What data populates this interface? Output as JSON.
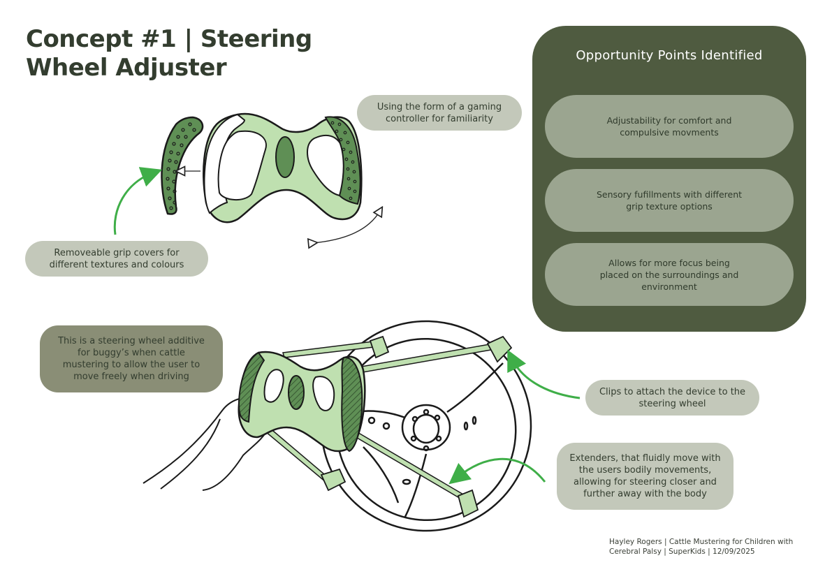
{
  "title": {
    "line1": "Concept #1 | Steering",
    "line2": "Wheel Adjuster"
  },
  "opportunity_panel": {
    "heading": "Opportunity Points Identified",
    "points": [
      {
        "line1": "Adjustability for comfort and",
        "line2": "compulsive movments"
      },
      {
        "line1": "Sensory fufillments with different",
        "line2": "grip texture options"
      },
      {
        "line1": "Allows for more focus being",
        "line2": "placed on the surroundings and",
        "line3": "environment"
      }
    ]
  },
  "callouts": {
    "gaming_controller": {
      "line1": "Using the form of a gaming",
      "line2": "controller for familiarity"
    },
    "grip_covers": {
      "line1": "Removeable grip covers for",
      "line2": "different textures and colours"
    },
    "description": {
      "line1": "This is a steering wheel additive",
      "line2": "for buggy’s when cattle",
      "line3": "mustering to allow the user to",
      "line4": "move freely when driving"
    },
    "clips": {
      "line1": "Clips to attach the device to the",
      "line2": "steering wheel"
    },
    "extenders": {
      "line1": "Extenders, that fluidly move with",
      "line2": "the users bodily movements,",
      "line3": "allowing for steering closer and",
      "line4": "further away with the body"
    }
  },
  "footer": {
    "line1": "Hayley Rogers | Cattle Mustering for Children with",
    "line2": "Cerebral Palsy | SuperKids | 12/09/2025"
  },
  "colors": {
    "panel_bg": "#4f5b40",
    "point_bg": "#9ba590",
    "callout_bg": "#c3c8ba",
    "callout_dark_bg": "#8a8e76",
    "device_light_green": "#bfe0b0",
    "device_dark_green": "#5f8f55",
    "arrow_green": "#3fae48"
  }
}
